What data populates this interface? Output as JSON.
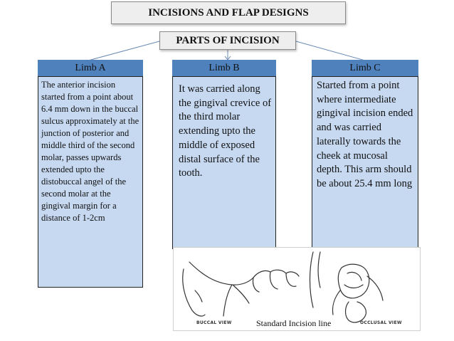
{
  "title": "INCISIONS AND FLAP DESIGNS",
  "subtitle": "PARTS OF INCISION",
  "limbs": [
    {
      "header": "Limb A",
      "text": "The anterior incision started from a point about 6.4 mm down in the buccal sulcus approximately at the junction of posterior and middle third of the second molar, passes upwards extended upto the distobuccal angel of the second molar at the gingival margin for a distance of 1-2cm"
    },
    {
      "header": "Limb B",
      "text": "It was carried along the gingival crevice of the third molar extending upto the middle of exposed distal surface of the tooth."
    },
    {
      "header": "Limb C",
      "text": "Started from a point where intermediate gingival incision ended and was carried laterally towards the cheek at mucosal depth. This arm should be about 25.4 mm long"
    }
  ],
  "figure": {
    "caption": "Standard Incision line",
    "left_label": "BUCCAL VIEW",
    "right_label": "OCCLUSAL VIEW"
  },
  "colors": {
    "header_fill": "#4f81bd",
    "body_fill": "#c6d9f1",
    "title_fill": "#eeeeee",
    "connector": "#6a8ab5"
  }
}
